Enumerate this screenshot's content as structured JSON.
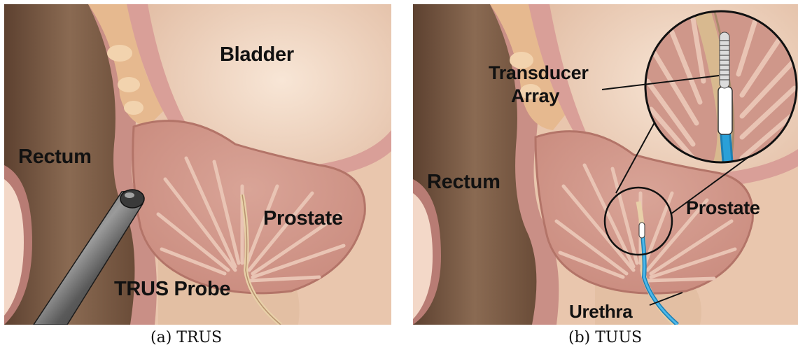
{
  "panel_a": {
    "labels": {
      "bladder": "Bladder",
      "rectum": "Rectum",
      "prostate": "Prostate",
      "trus_probe": "TRUS Probe"
    },
    "caption": "(a) TRUS"
  },
  "panel_b": {
    "labels": {
      "transducer": "Transducer",
      "array": "Array",
      "rectum": "Rectum",
      "prostate": "Prostate",
      "urethra": "Urethra"
    },
    "caption": "(b) TUUS"
  },
  "colors": {
    "tissue_background": "#e8c4aa",
    "rectum": "#8c6a50",
    "bladder_interior": "#f2d8c4",
    "bladder_wall": "#dc9e96",
    "prostate": "#cf978a",
    "probe": "#555555",
    "catheter": "#2aa0d8"
  }
}
